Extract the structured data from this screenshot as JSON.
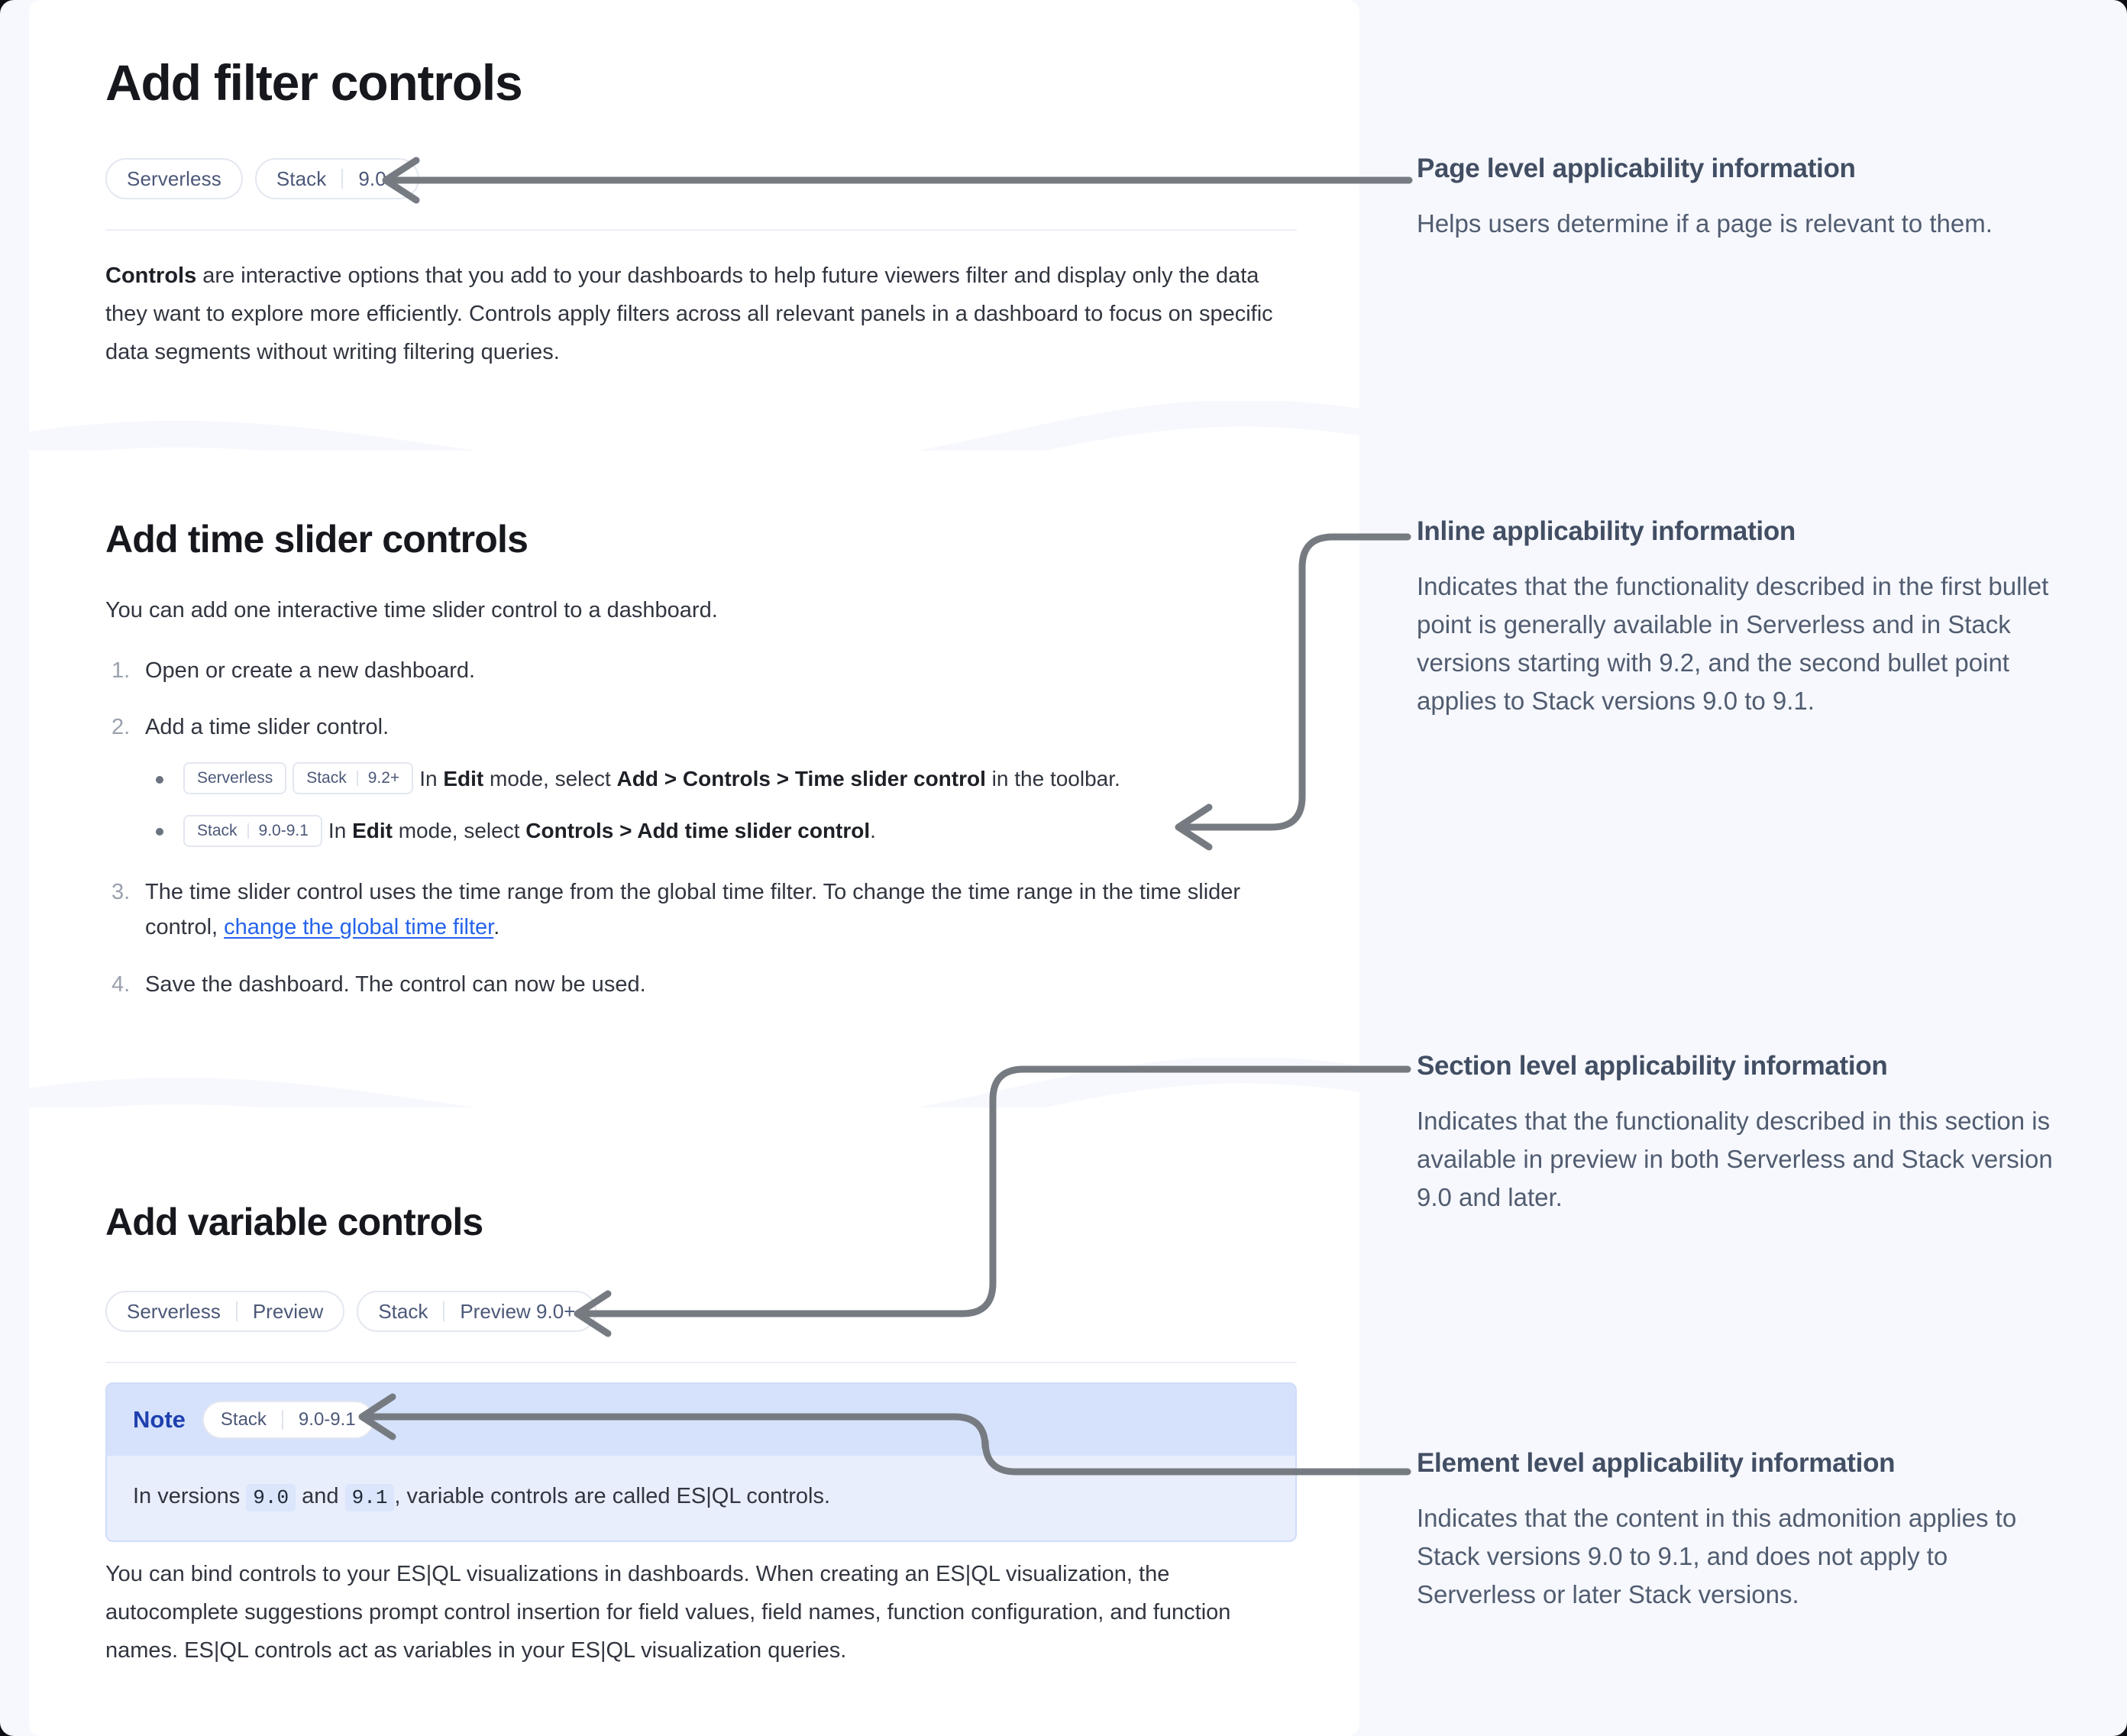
{
  "doc": {
    "page_title": "Add filter controls",
    "page_badges": [
      {
        "name": "Serverless",
        "version": ""
      },
      {
        "name": "Stack",
        "version": "9.0+"
      }
    ],
    "intro": {
      "lead": "Controls",
      "rest": " are interactive options that you add to your dashboards to help future viewers filter and display only the data they want to explore more efficiently. Controls apply filters across all relevant panels in a dashboard to focus on specific data segments without writing filtering queries."
    },
    "section_time_slider": {
      "title": "Add time slider controls",
      "intro": "You can add one interactive time slider control to a dashboard.",
      "steps": [
        {
          "num": "1.",
          "text": "Open or create a new dashboard."
        },
        {
          "num": "2.",
          "text": "Add a time slider control."
        },
        {
          "num": "3.",
          "text": "The time slider control uses the time range from the global time filter. To change the time range in the time slider control, ",
          "link": "change the global time filter",
          "tail": "."
        },
        {
          "num": "4.",
          "text": "Save the dashboard. The control can now be used."
        }
      ],
      "sub_bullets": [
        {
          "badges": [
            {
              "name": "Serverless",
              "version": ""
            },
            {
              "name": "Stack",
              "version": "9.2+"
            }
          ],
          "pre": "In ",
          "b1": "Edit",
          "mid1": " mode, select ",
          "b2": "Add > Controls > Time slider control",
          "tail": " in the toolbar."
        },
        {
          "badges": [
            {
              "name": "Stack",
              "version": "9.0-9.1"
            }
          ],
          "pre": "In ",
          "b1": "Edit",
          "mid1": " mode, select ",
          "b2": "Controls > Add time slider control",
          "tail": "."
        }
      ]
    },
    "section_variable": {
      "title": "Add variable controls",
      "badges": [
        {
          "name": "Serverless",
          "version": "Preview"
        },
        {
          "name": "Stack",
          "version": "Preview 9.0+"
        }
      ],
      "note": {
        "label": "Note",
        "badge": {
          "name": "Stack",
          "version": "9.0-9.1"
        },
        "text_pre": "In versions ",
        "code1": "9.0",
        "text_mid": " and ",
        "code2": "9.1",
        "text_post": ", variable controls are called ES|QL controls."
      },
      "paragraph": "You can bind controls to your ES|QL visualizations in dashboards. When creating an ES|QL visualization, the autocomplete suggestions prompt control insertion for field values, field names, function configuration, and function names. ES|QL controls act as variables in your ES|QL visualization queries."
    }
  },
  "annotations": [
    {
      "heading": "Page level applicability information",
      "body": "Helps users determine if a page is relevant to them."
    },
    {
      "heading": "Inline applicability information",
      "body": "Indicates that the functionality described in the first bullet point is generally available in Serverless and in Stack versions starting with 9.2, and the second bullet point applies to Stack versions 9.0 to 9.1."
    },
    {
      "heading": "Section level applicability information",
      "body": "Indicates that the functionality described in this section is available in preview in both Serverless and Stack version 9.0 and later."
    },
    {
      "heading": "Element level applicability information",
      "body": "Indicates that the content in this admonition applies to Stack versions 9.0 to 9.1, and does not apply to Serverless or later Stack versions."
    }
  ],
  "colors": {
    "page_background": "#f6f8fd",
    "card_background": "#ffffff",
    "badge_text": "#4c5878",
    "badge_border": "#e3e7f0",
    "link": "#2563eb",
    "note_header": "#d6e2fb",
    "note_body": "#e8eefc",
    "note_label": "#1e40af",
    "connector": "#767b82",
    "annotation_heading": "#424e63",
    "annotation_body": "#515c70"
  }
}
